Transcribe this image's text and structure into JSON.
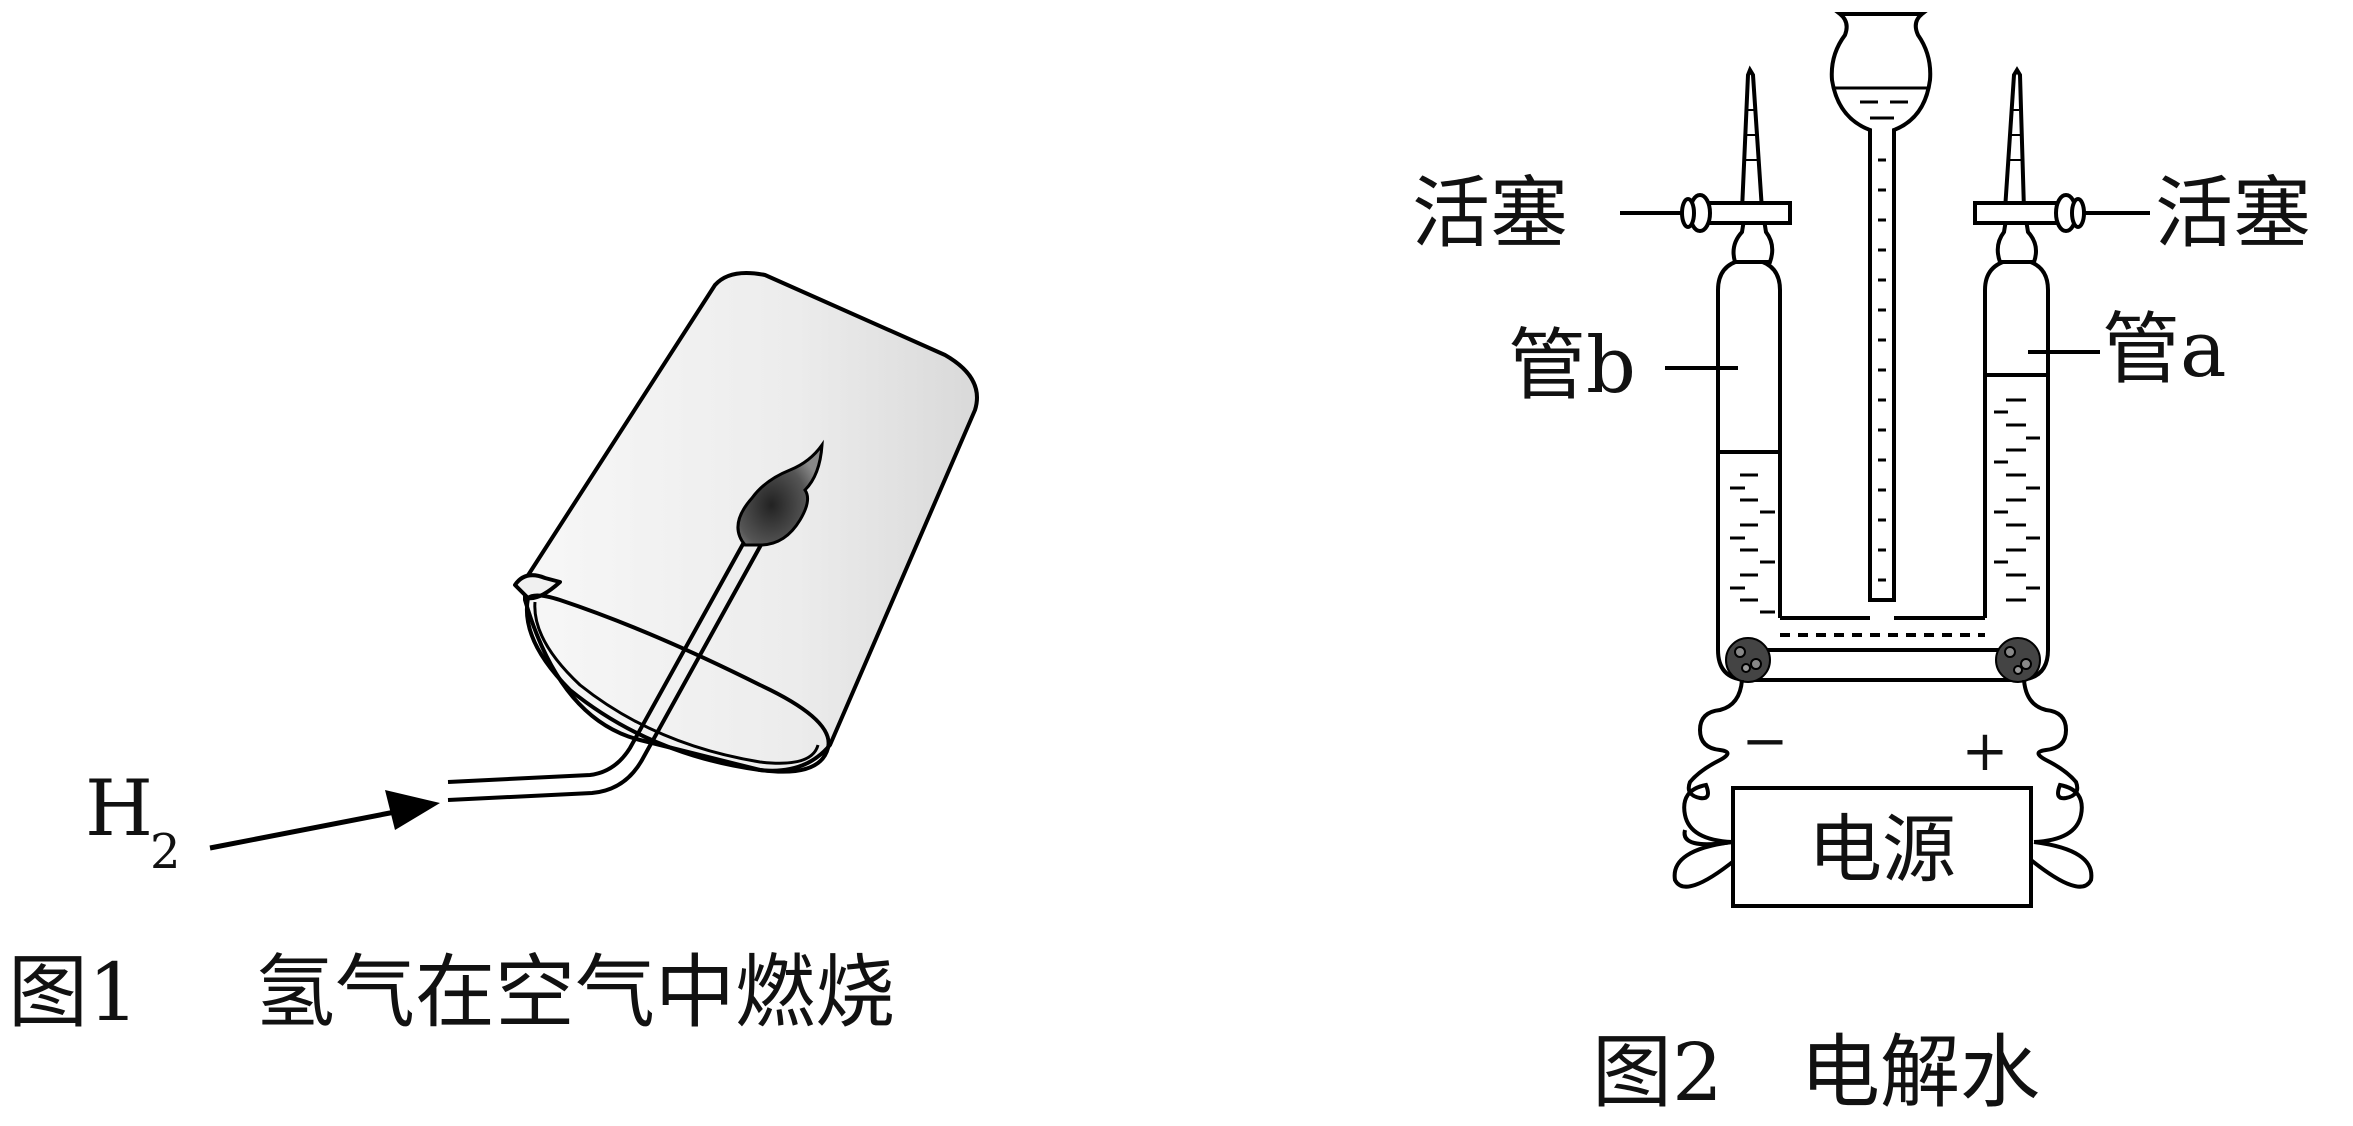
{
  "figure1": {
    "gas_label": "H",
    "gas_subscript": "2",
    "caption_num": "图1",
    "caption_text": "氢气在空气中燃烧"
  },
  "figure2": {
    "stopcock_left": "活塞",
    "stopcock_right": "活塞",
    "tube_left": "管b",
    "tube_right": "管a",
    "electrode_left": "−",
    "electrode_right": "+",
    "power_supply": "电源",
    "caption_num": "图2",
    "caption_text": "电解水"
  }
}
